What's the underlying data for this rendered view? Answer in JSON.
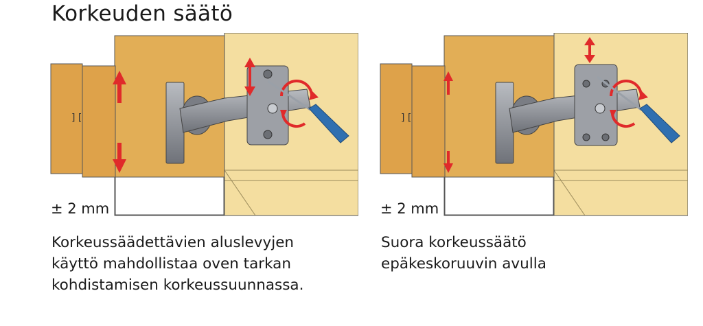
{
  "title": "Korkeuden säätö",
  "left": {
    "dimension": "± 2 mm",
    "caption": [
      "Korkeussäädettävien aluslevyjen",
      "käyttö mahdollistaa oven tarkan",
      "kohdistamisen korkeussuunnassa."
    ]
  },
  "right": {
    "dimension": "± 2 mm",
    "caption": [
      "Suora korkeussäätö",
      "epäkeskoruuvin avulla"
    ]
  },
  "colors": {
    "door_orange": "#dea24a",
    "cabinet_side": "#e2ae56",
    "cabinet_interior": "#f4dea0",
    "arrow_red": "#e02a2a",
    "hinge_gray": "#8a8d93",
    "screwdriver_blue": "#2f6fb0"
  }
}
